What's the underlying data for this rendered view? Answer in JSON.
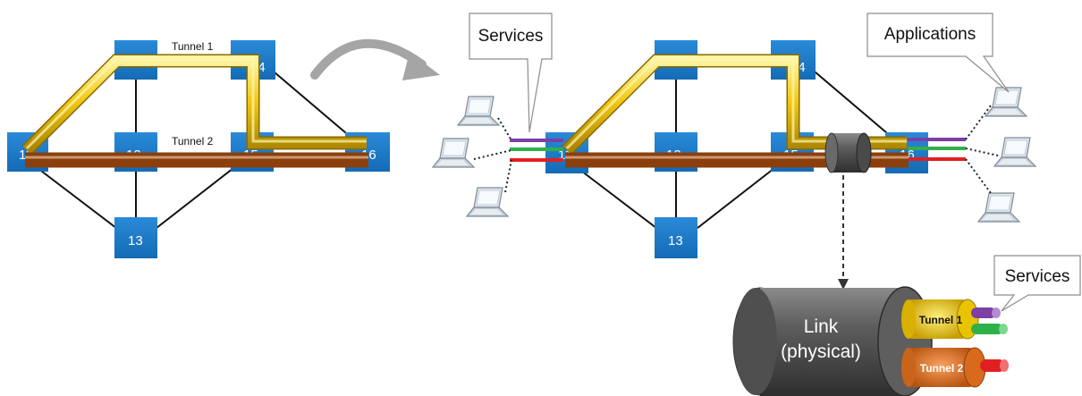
{
  "left_diagram": {
    "tunnel1_label": "Tunnel 1",
    "tunnel2_label": "Tunnel 2",
    "nodes": {
      "n11": "11",
      "n12": "12",
      "n13": "13",
      "n14": "14",
      "n15": "15",
      "n16": "16"
    }
  },
  "right_diagram": {
    "services_callout": "Services",
    "applications_callout": "Applications",
    "nodes": {
      "n11": "11",
      "n12": "12",
      "n13": "13",
      "n14": "14",
      "n15": "15",
      "n16": "16"
    }
  },
  "cable_detail": {
    "link_label_line1": "Link",
    "link_label_line2": "(physical)",
    "tunnel1_label": "Tunnel 1",
    "tunnel2_label": "Tunnel 2",
    "services_callout": "Services"
  },
  "colors": {
    "node_fill": "#1f7ac9",
    "tunnel1": "#f2c40f",
    "tunnel2": "#e8792a",
    "service_purple": "#7b3fa6",
    "service_green": "#2fb04a",
    "service_red": "#e02020",
    "cable": "#5a5a5a"
  }
}
